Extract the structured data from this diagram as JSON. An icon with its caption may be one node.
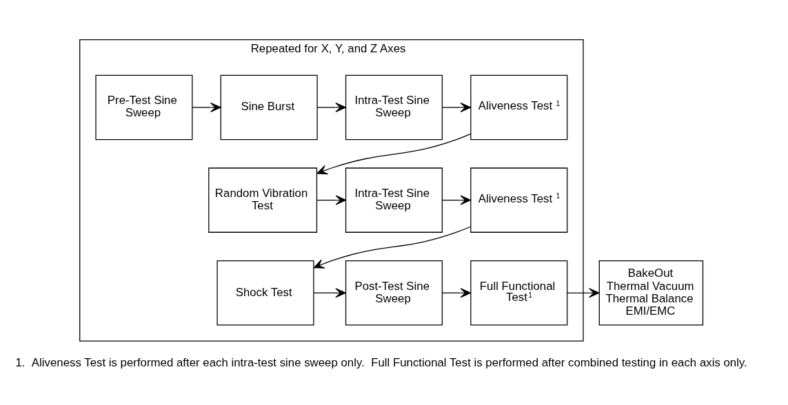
{
  "diagram": {
    "nodes": [
      {
        "text": [
          "Repeated for X, Y, and Z Axes"
        ]
      },
      {
        "text": [
          "Pre-Test Sine Sweep"
        ],
        "in": 0
      },
      {
        "text": [
          "Sine Burst"
        ],
        "in": 0
      },
      {
        "text": [
          "Intra-Test Sine Sweep"
        ],
        "in": 0
      },
      {
        "text": [
          "Aliveness Test$^{1}$"
        ],
        "in": 0
      },
      {
        "text": [
          "Random Vibration Test"
        ],
        "in": 0
      },
      {
        "text": [
          "Intra-Test Sine Sweep"
        ],
        "in": 0
      },
      {
        "text": [
          "Aliveness Test$^{1}$"
        ],
        "in": 0
      },
      {
        "text": [
          "Shock Test"
        ],
        "in": 0
      },
      {
        "text": [
          "Post-Test Sine Sweep"
        ],
        "in": 0
      },
      {
        "text": [
          "Full Functional Test$^{1}$"
        ],
        "in": 0
      },
      {
        "text": [
          "BakeOut",
          "Thermal Vacuum",
          "Thermal Balance",
          "EMI/EMC"
        ]
      }
    ],
    "edges": [
      {
        "from": 1,
        "to": 2,
        "arrow": "to"
      },
      {
        "from": 2,
        "to": 3,
        "arrow": "to"
      },
      {
        "from": 3,
        "to": 4,
        "arrow": "to"
      },
      {
        "from": 4,
        "to": 5,
        "arrow": "to"
      },
      {
        "from": 5,
        "to": 6,
        "arrow": "to"
      },
      {
        "from": 6,
        "to": 7,
        "arrow": "to"
      },
      {
        "from": 7,
        "to": 8,
        "arrow": "to"
      },
      {
        "from": 8,
        "to": 9,
        "arrow": "to"
      },
      {
        "from": 9,
        "to": 10,
        "arrow": "to"
      },
      {
        "from": 10,
        "to": 11,
        "arrow": "to"
      }
    ],
    "labels": [
      "1.  Aliveness Test is performed after each intra-test sine sweep only.  Full Functional Test is performed after combined testing in each axis only."
    ]
  }
}
